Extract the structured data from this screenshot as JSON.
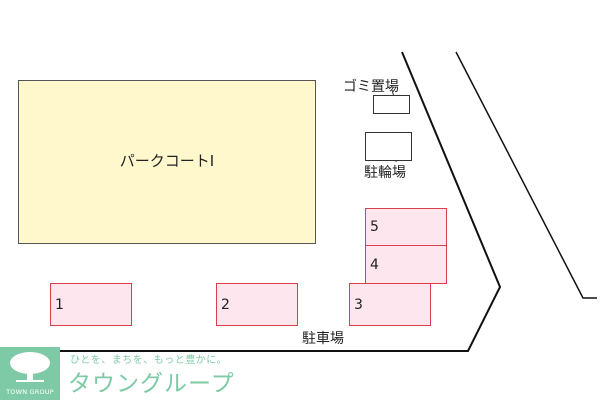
{
  "map": {
    "building": {
      "name": "パークコートⅠ"
    },
    "facilities": {
      "garbage": "ゴミ置場",
      "bicycle": "駐輪場",
      "parking": "駐車場"
    },
    "parking_slots": [
      {
        "number": "1"
      },
      {
        "number": "2"
      },
      {
        "number": "3"
      },
      {
        "number": "4"
      },
      {
        "number": "5"
      }
    ]
  },
  "brand": {
    "logo_text": "TOWN GROUP",
    "tagline": "ひとを、まちを、もっと豊かに。",
    "name": "タウングループ"
  },
  "colors": {
    "building_fill": "#fff8cc",
    "slot_fill": "#fde6ee",
    "slot_border": "#d9404a",
    "brand_green": "#7fcaa6"
  }
}
